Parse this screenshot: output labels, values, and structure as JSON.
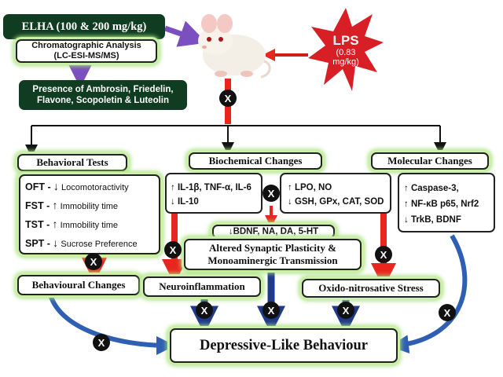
{
  "top": {
    "elha": "ELHA (100 & 200 mg/kg)",
    "chrom_line1": "Chromatographic Analysis",
    "chrom_line2": "(LC-ESI-MS/MS)",
    "presence_line1": "Presence of Ambrosin, Friedelin,",
    "presence_line2": "Flavone, Scopoletin & Luteolin",
    "lps_line1": "LPS",
    "lps_line2": "(0.83",
    "lps_line3": "mg/kg)"
  },
  "headers": {
    "behavioral": "Behavioral Tests",
    "biochemical": "Biochemical Changes",
    "molecular": "Molecular Changes"
  },
  "behavioral_tests": [
    {
      "test": "OFT -",
      "arrow": "↓",
      "text": "Locomotoractivity"
    },
    {
      "test": "FST -",
      "arrow": "↑",
      "text": "Immobility time"
    },
    {
      "test": "TST -",
      "arrow": "↑",
      "text": "Immobility time"
    },
    {
      "test": "SPT -",
      "arrow": "↓",
      "text": "Sucrose Preference"
    }
  ],
  "biochemical": {
    "cytokines": [
      "↑ IL-1β, TNF-α, IL-6",
      "↓ IL-10"
    ],
    "oxidative": [
      "↑ LPO, NO",
      "↓ GSH, GPx, CAT, SOD"
    ],
    "monoamines": "↓BDNF, NA, DA, 5-HT"
  },
  "molecular": [
    "↑ Caspase-3,",
    "↑ NF-κB p65, Nrf2",
    "↓ TrkB, BDNF"
  ],
  "outcomes": {
    "behavioural_changes": "Behavioural Changes",
    "neuroinflammation": "Neuroinflammation",
    "synaptic_line1": "Altered Synaptic Plasticity &",
    "synaptic_line2": "Monoaminergic Transmission",
    "oxido": "Oxido-nitrosative Stress",
    "final": "Depressive-Like Behaviour"
  },
  "x_symbol": "X",
  "colors": {
    "dark_green": "#103c22",
    "purple": "#7b4fc0",
    "red_arrow": "#e8261f",
    "navy_arrow": "#1f3a8a",
    "blue_curve": "#2f5fb3",
    "lps_star": "#d81f26",
    "glow": "#a9e07f"
  },
  "icons": [
    "mouse-image",
    "x-circle-icon",
    "up-arrow-icon",
    "down-arrow-icon"
  ]
}
